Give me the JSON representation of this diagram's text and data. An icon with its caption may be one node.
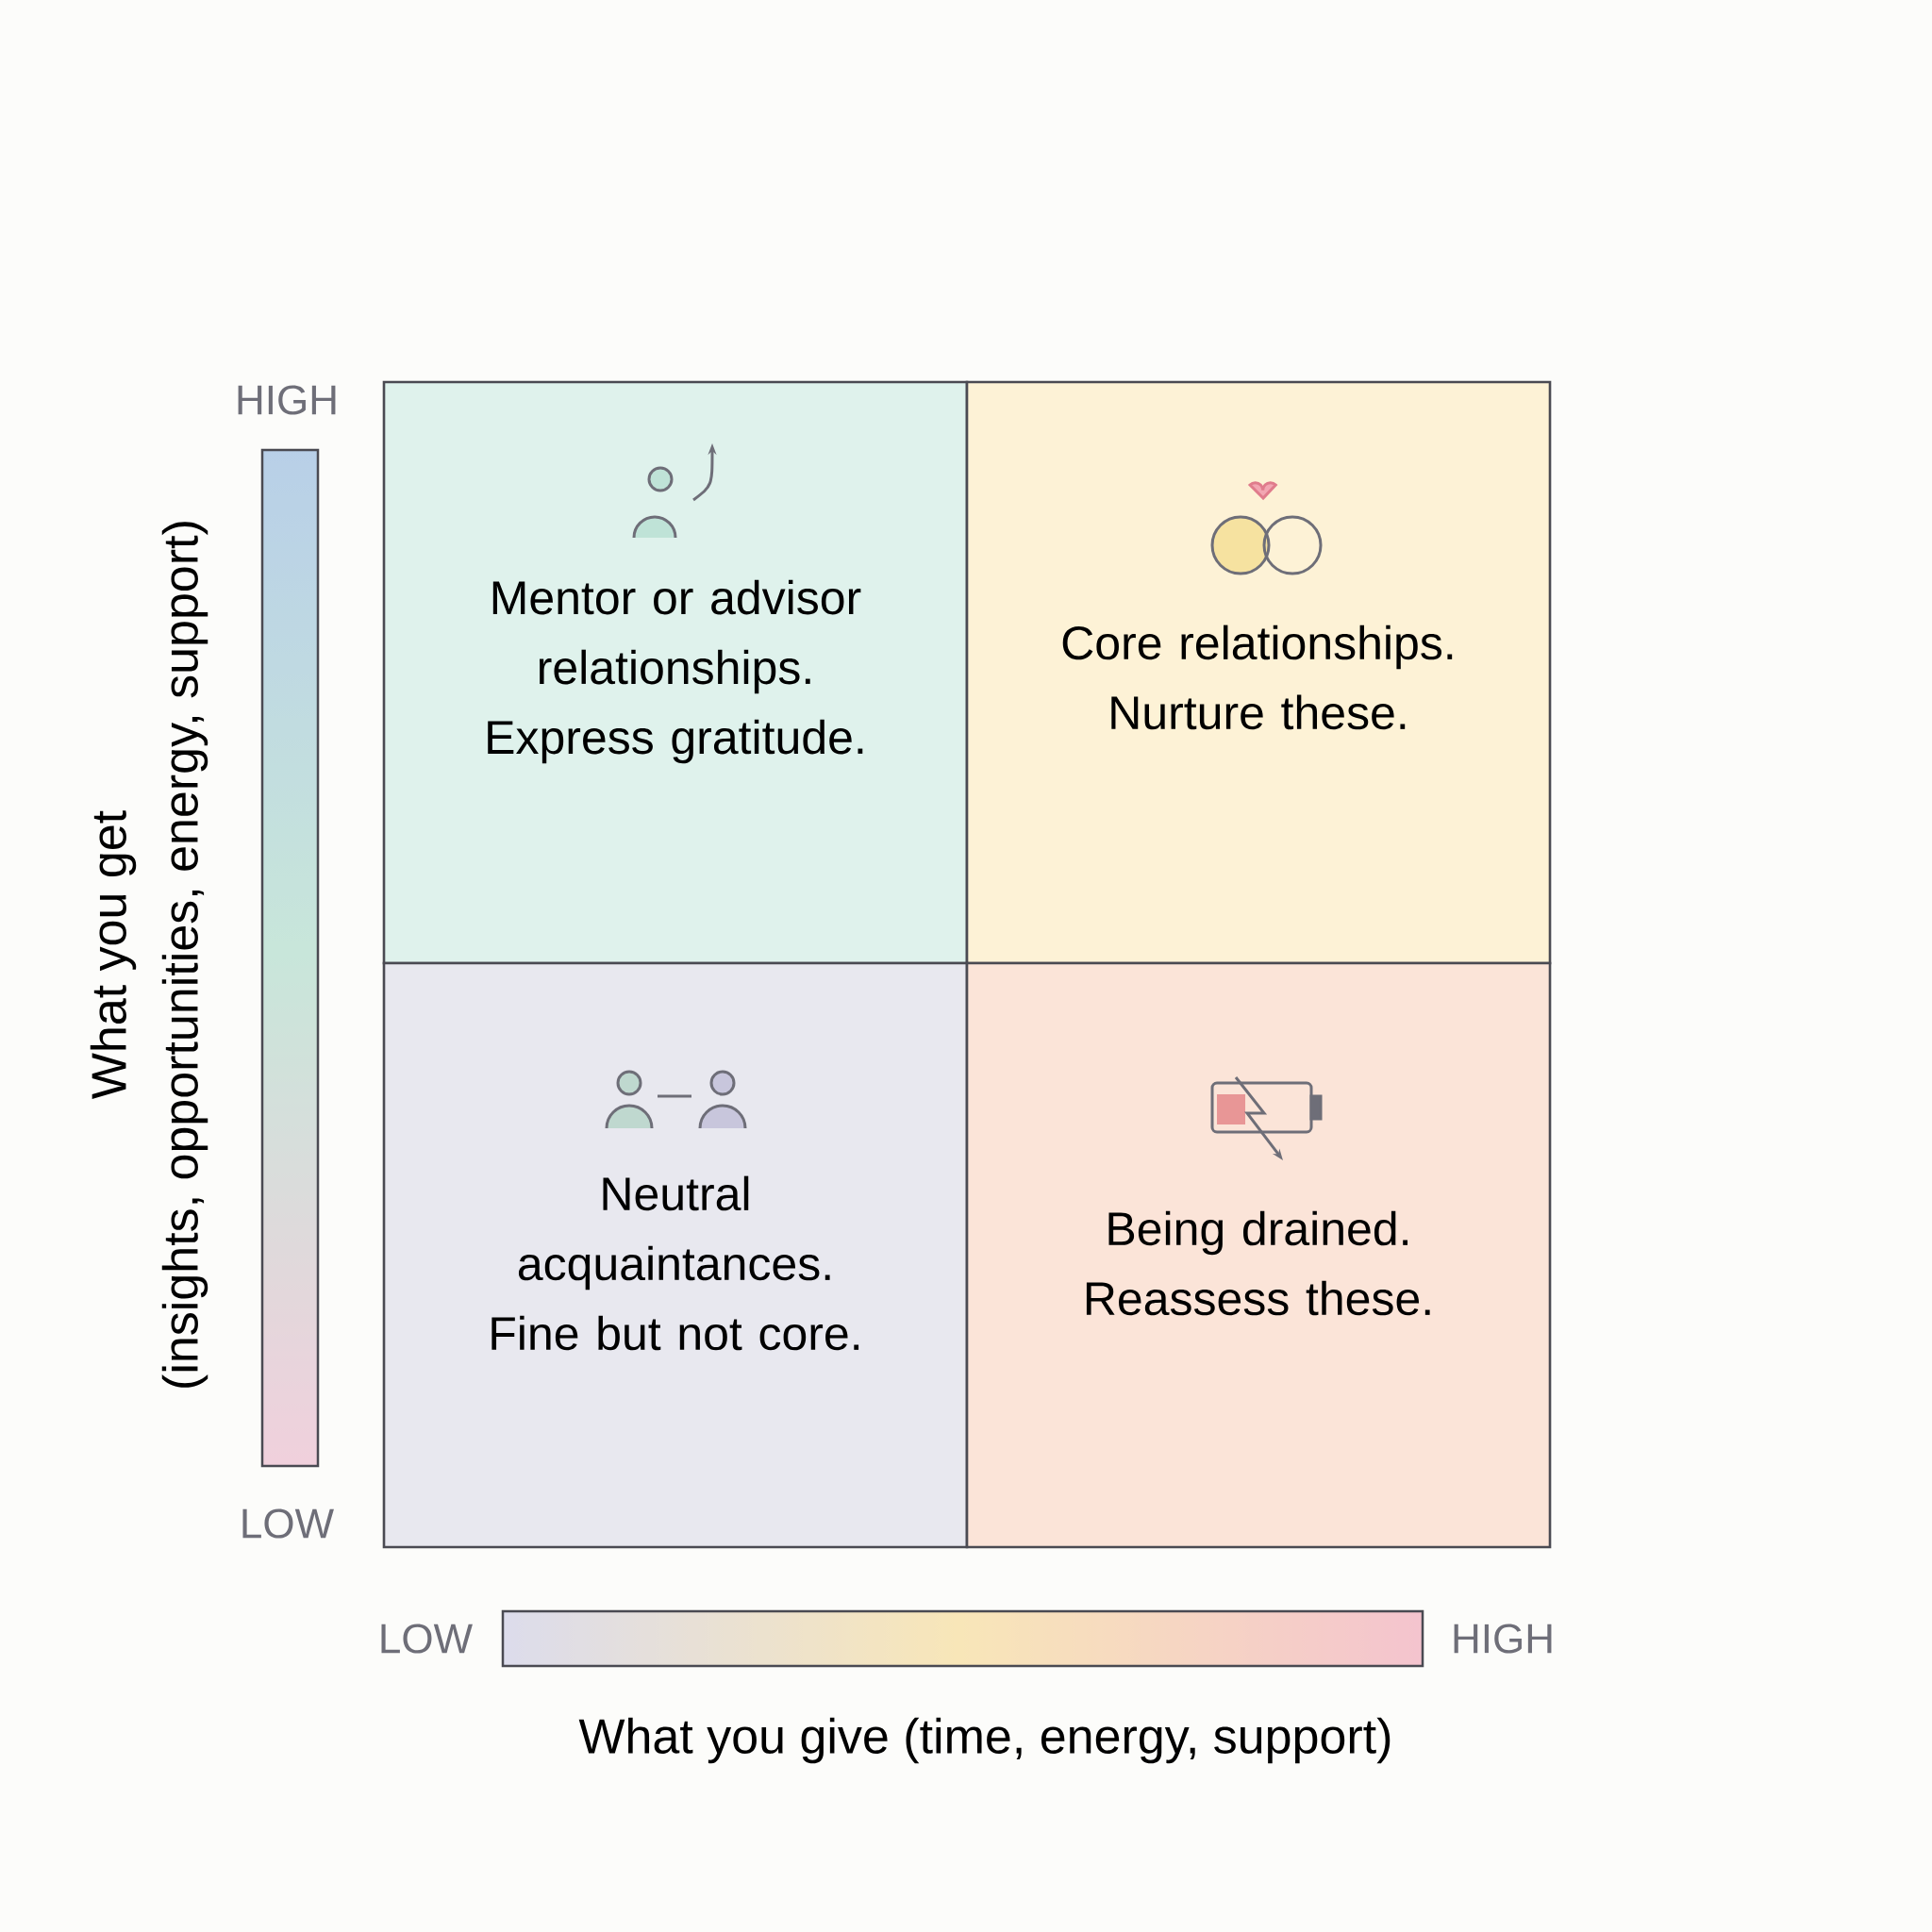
{
  "diagram": {
    "nodes": [
      {
        "text": [
          "Mentor or advisor relationships. Express gratitude."
        ]
      },
      {
        "text": [
          "Core relationships. Nurture these."
        ]
      },
      {
        "text": [
          "Neutral acquaintances. Fine but not core."
        ]
      },
      {
        "text": [
          "Being drained. Reassess these."
        ]
      }
    ],
    "labels": [
      "HIGH",
      "LOW",
      "What you get",
      "(insights, opportunities, energy, support)",
      "LOW",
      "HIGH",
      "What you give (time, energy, support)"
    ]
  }
}
